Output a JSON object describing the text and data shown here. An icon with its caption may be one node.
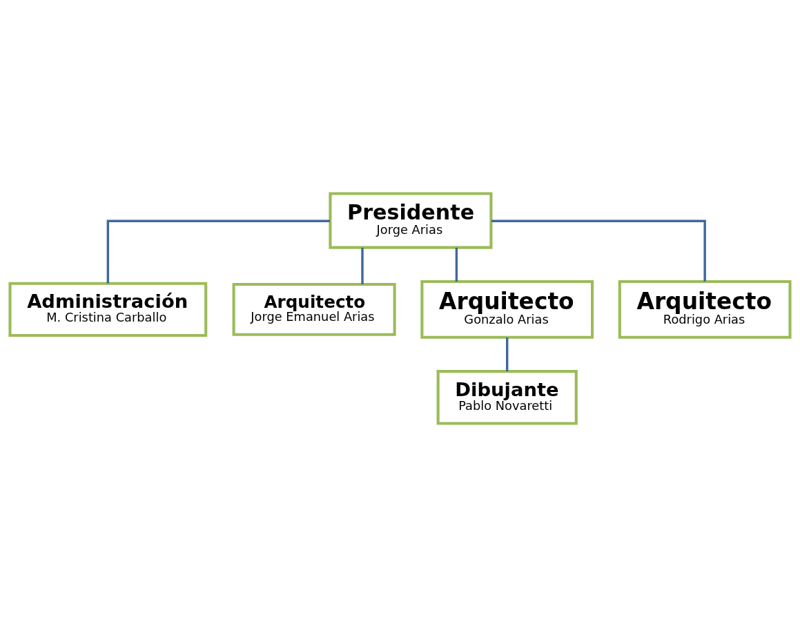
{
  "diagram": {
    "nodes": [
      {
        "text": [
          "Presidente",
          "Jorge Arias"
        ]
      },
      {
        "text": [
          "Administración",
          "M. Cristina Carballo"
        ]
      },
      {
        "text": [
          "Arquitecto",
          "Jorge Emanuel Arias"
        ]
      },
      {
        "text": [
          "Arquitecto",
          "Gonzalo Arias"
        ]
      },
      {
        "text": [
          "Arquitecto",
          "Rodrigo Arias"
        ]
      },
      {
        "text": [
          "Dibujante",
          "Pablo Novaretti"
        ]
      }
    ],
    "edges": [
      {
        "from": 0,
        "to": 1,
        "arrow": "none"
      },
      {
        "from": 0,
        "to": 2,
        "arrow": "none"
      },
      {
        "from": 0,
        "to": 3,
        "arrow": "none"
      },
      {
        "from": 0,
        "to": 4,
        "arrow": "none"
      },
      {
        "from": 3,
        "to": 5,
        "arrow": "none"
      }
    ]
  }
}
